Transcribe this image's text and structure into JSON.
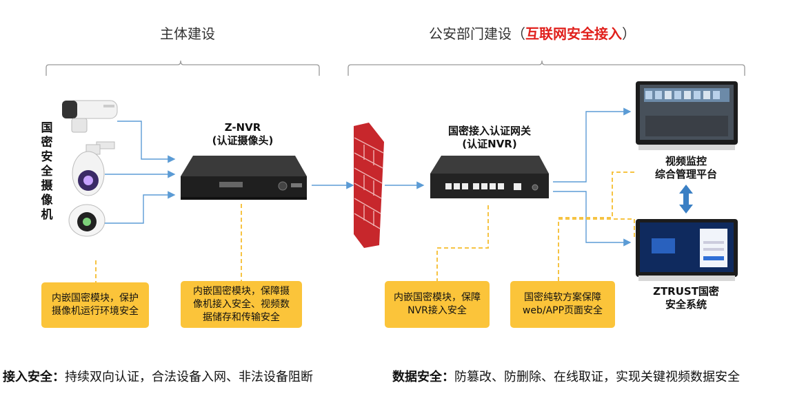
{
  "sections": {
    "left_title": "主体建设",
    "right_title_prefix": "公安部门建设（",
    "right_title_highlight": "互联网安全接入",
    "right_title_suffix": "）"
  },
  "devices": {
    "camera_group_label": "国密安全摄像机",
    "znvr_line1": "Z-NVR",
    "znvr_line2": "(认证摄像头)",
    "gateway_line1": "国密接入认证网关",
    "gateway_line2": "(认证NVR)",
    "monitor_line1": "视频监控",
    "monitor_line2": "综合管理平台",
    "ztrust_line1": "ZTRUST国密",
    "ztrust_line2": "安全系统"
  },
  "notes": {
    "camera_note_line1": "内嵌国密模块，保护",
    "camera_note_line2": "摄像机运行环境安全",
    "znvr_note_line1": "内嵌国密模块，保障摄",
    "znvr_note_line2": "像机接入安全、视频数",
    "znvr_note_line3": "据储存和传输安全",
    "gateway_note_line1": "内嵌国密模块，保障",
    "gateway_note_line2": "NVR接入安全",
    "software_note_line1": "国密纯软方案保障",
    "software_note_line2": "web/APP页面安全"
  },
  "bottom": {
    "access_label": "接入安全：",
    "access_text": "持续双向认证，合法设备入网、非法设备阻断",
    "data_label": "数据安全：",
    "data_text": "防篡改、防删除、在线取证，实现关键视频数据安全"
  },
  "colors": {
    "arrow": "#5b9bd5",
    "dashed": "#f6c342",
    "note_bg": "#fbc43a",
    "highlight": "#e0201c",
    "firewall": "#c7272c",
    "double_arrow": "#3a7fc4"
  }
}
